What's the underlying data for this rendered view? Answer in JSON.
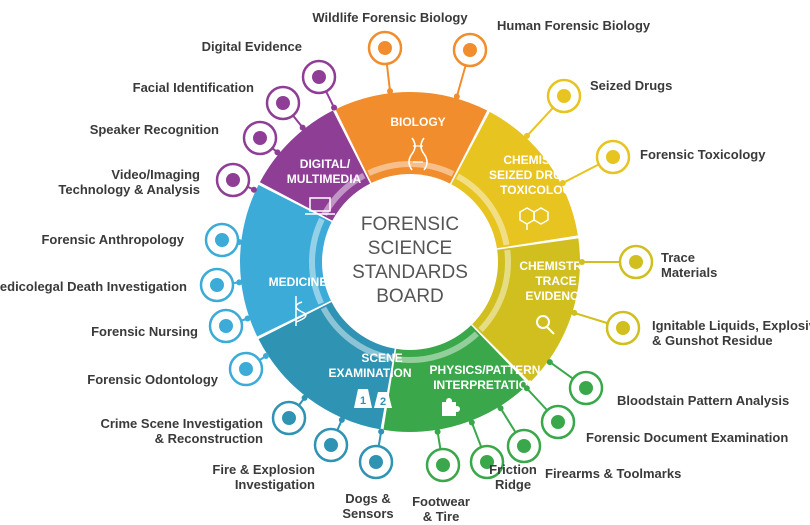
{
  "board": {
    "title_lines": [
      "FORENSIC",
      "SCIENCE",
      "STANDARDS",
      "BOARD"
    ]
  },
  "colors": {
    "biology": "#f18d2c",
    "chemistry_drugs": "#e7c41f",
    "chemistry_trace": "#d0bf1f",
    "physics": "#3aa84a",
    "scene": "#2f93b3",
    "medicine": "#3cabd8",
    "digital": "#8f3e96"
  },
  "segments": {
    "biology": {
      "lines": [
        "BIOLOGY"
      ],
      "icon": "dna-icon"
    },
    "chemistry_drugs": {
      "lines": [
        "CHEMISTRY:",
        "SEIZED DRUGS &",
        "TOXICOLOGY"
      ],
      "icon": "molecule-icon"
    },
    "chemistry_trace": {
      "lines": [
        "CHEMISTRY:",
        "TRACE",
        "EVIDENCE"
      ],
      "icon": "magnifier-icon"
    },
    "physics": {
      "lines": [
        "PHYSICS/PATTERN",
        "INTERPRETATION"
      ],
      "icon": "puzzle-icon"
    },
    "scene": {
      "lines": [
        "SCENE",
        "EXAMINATION"
      ],
      "icon": "evidence-markers-icon",
      "marker_1": "1",
      "marker_2": "2"
    },
    "medicine": {
      "lines": [
        "MEDICINE"
      ],
      "icon": "caduceus-icon"
    },
    "digital": {
      "lines": [
        "DIGITAL/",
        "MULTIMEDIA"
      ],
      "icon": "laptop-icon"
    }
  },
  "subcommittees": {
    "wildlife": {
      "lines": [
        "Wildlife Forensic Biology"
      ],
      "icon": "antlers-icon"
    },
    "human_bio": {
      "lines": [
        "Human Forensic Biology"
      ],
      "icon": "dna-head-icon"
    },
    "seized_drugs": {
      "lines": [
        "Seized Drugs"
      ],
      "icon": "flask-icon"
    },
    "toxicology": {
      "lines": [
        "Forensic Toxicology"
      ],
      "icon": "skull-crossbones-icon"
    },
    "trace": {
      "lines": [
        "Trace",
        "Materials"
      ],
      "icon": "microscope-icon"
    },
    "ignitable": {
      "lines": [
        "Ignitable Liquids, Explosives,",
        "& Gunshot Residue"
      ],
      "icon": "flame-icon"
    },
    "bloodstain": {
      "lines": [
        "Bloodstain Pattern Analysis"
      ],
      "icon": "blood-spatter-icon"
    },
    "document": {
      "lines": [
        "Forensic Document Examination"
      ],
      "icon": "document-icon"
    },
    "firearms": {
      "lines": [
        "Firearms & Toolmarks"
      ],
      "icon": "pistol-icon"
    },
    "friction": {
      "lines": [
        "Friction",
        "Ridge"
      ],
      "icon": "fingerprint-icon"
    },
    "footwear": {
      "lines": [
        "Footwear",
        "& Tire"
      ],
      "icon": "footprints-icon"
    },
    "dogs": {
      "lines": [
        "Dogs &",
        "Sensors"
      ],
      "icon": "dog-icon"
    },
    "fire": {
      "lines": [
        "Fire & Explosion",
        "Investigation"
      ],
      "icon": "house-fire-icon"
    },
    "crime_scene": {
      "lines": [
        "Crime Scene Investigation",
        "& Reconstruction"
      ],
      "icon": "crime-scene-icon"
    },
    "odontology": {
      "lines": [
        "Forensic Odontology"
      ],
      "icon": "tooth-icon"
    },
    "nursing": {
      "lines": [
        "Forensic Nursing"
      ],
      "icon": "star-of-life-icon"
    },
    "death_inv": {
      "lines": [
        "Medicolegal Death Investigation"
      ],
      "icon": "body-outline-icon"
    },
    "anthropology": {
      "lines": [
        "Forensic Anthropology"
      ],
      "icon": "skull-icon"
    },
    "video": {
      "lines": [
        "Video/Imaging",
        "Technology & Analysis"
      ],
      "icon": "camera-icon"
    },
    "speaker": {
      "lines": [
        "Speaker Recognition"
      ],
      "icon": "speaking-head-icon"
    },
    "facial": {
      "lines": [
        "Facial Identification"
      ],
      "icon": "face-icon"
    },
    "digital_evidence": {
      "lines": [
        "Digital Evidence"
      ],
      "icon": "smartphone-icon"
    }
  }
}
